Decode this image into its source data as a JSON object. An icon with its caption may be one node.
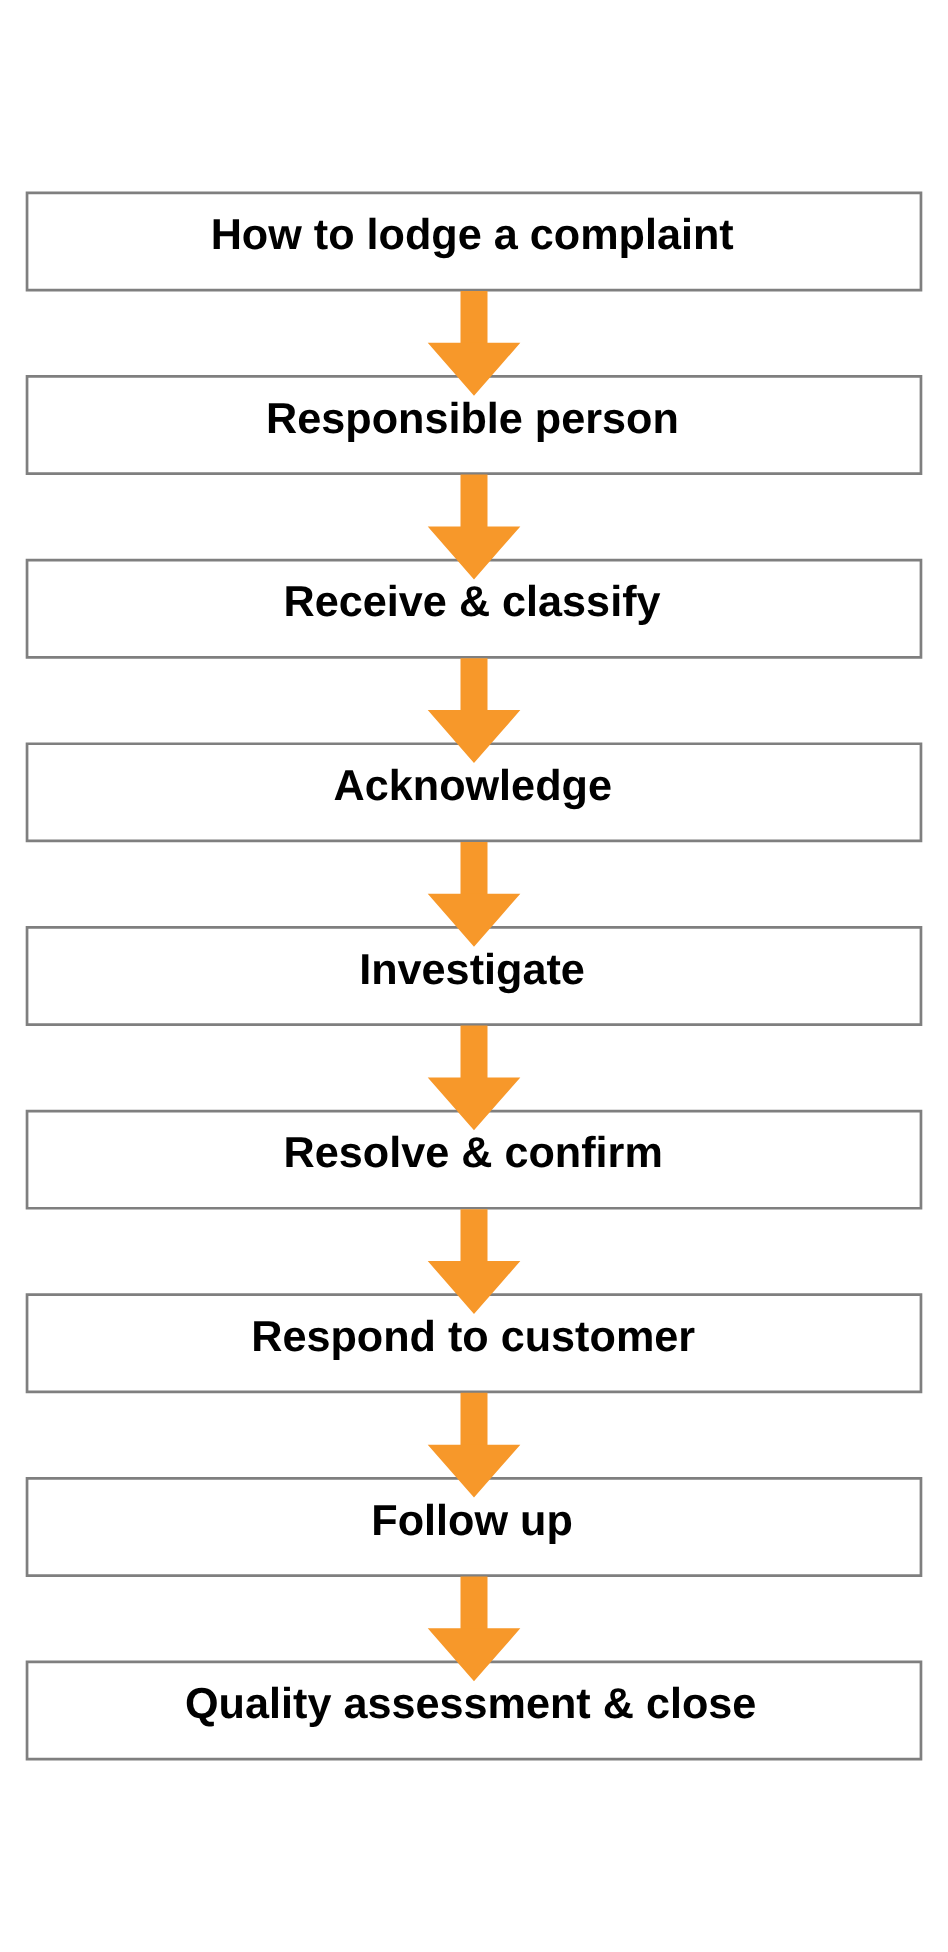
{
  "diagram": {
    "nodes": [
      {
        "text": [
          "How to lodge a complaint"
        ]
      },
      {
        "text": [
          "Responsible person"
        ]
      },
      {
        "text": [
          "Receive & classify"
        ]
      },
      {
        "text": [
          "Acknowledge"
        ]
      },
      {
        "text": [
          "Investigate"
        ]
      },
      {
        "text": [
          "Resolve & confirm"
        ]
      },
      {
        "text": [
          "Respond to customer"
        ]
      },
      {
        "text": [
          "Follow up"
        ]
      },
      {
        "text": [
          "Quality assessment & close"
        ]
      }
    ],
    "edges": [
      {
        "from": 0,
        "to": 1,
        "arrow": "to"
      },
      {
        "from": 1,
        "to": 2,
        "arrow": "to"
      },
      {
        "from": 2,
        "to": 3,
        "arrow": "to"
      },
      {
        "from": 3,
        "to": 4,
        "arrow": "to"
      },
      {
        "from": 4,
        "to": 5,
        "arrow": "to"
      },
      {
        "from": 5,
        "to": 6,
        "arrow": "to"
      },
      {
        "from": 6,
        "to": 7,
        "arrow": "to"
      },
      {
        "from": 7,
        "to": 8,
        "arrow": "to"
      }
    ]
  }
}
